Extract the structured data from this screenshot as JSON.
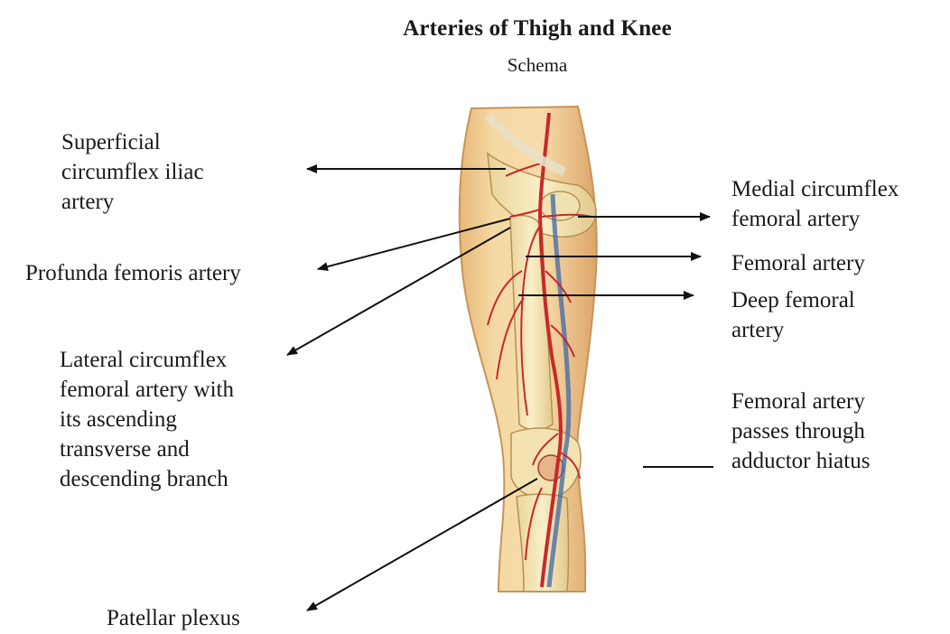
{
  "title": "Arteries of Thigh and Knee",
  "subtitle": "Schema",
  "labels": {
    "superficial_circumflex_iliac": [
      "Superficial",
      "circumflex iliac",
      "artery"
    ],
    "profunda_femoris": "Profunda femoris artery",
    "lateral_circumflex": [
      "Lateral circumflex",
      "femoral artery with",
      "its ascending",
      "transverse and",
      "descending branch"
    ],
    "patellar_plexus": "Patellar plexus",
    "medial_circumflex": [
      "Medial circumflex",
      "femoral artery"
    ],
    "femoral_artery": "Femoral artery",
    "deep_femoral": [
      "Deep femoral",
      "artery"
    ],
    "adductor_hiatus": [
      "Femoral artery",
      "passes through",
      "adductor hiatus"
    ]
  },
  "colors": {
    "skin": "#f2d49a",
    "skin_shade": "#d9a868",
    "bone": "#f4e6b8",
    "artery": "#c8282c",
    "vein": "#4a6ea8",
    "arrow": "#111111"
  }
}
